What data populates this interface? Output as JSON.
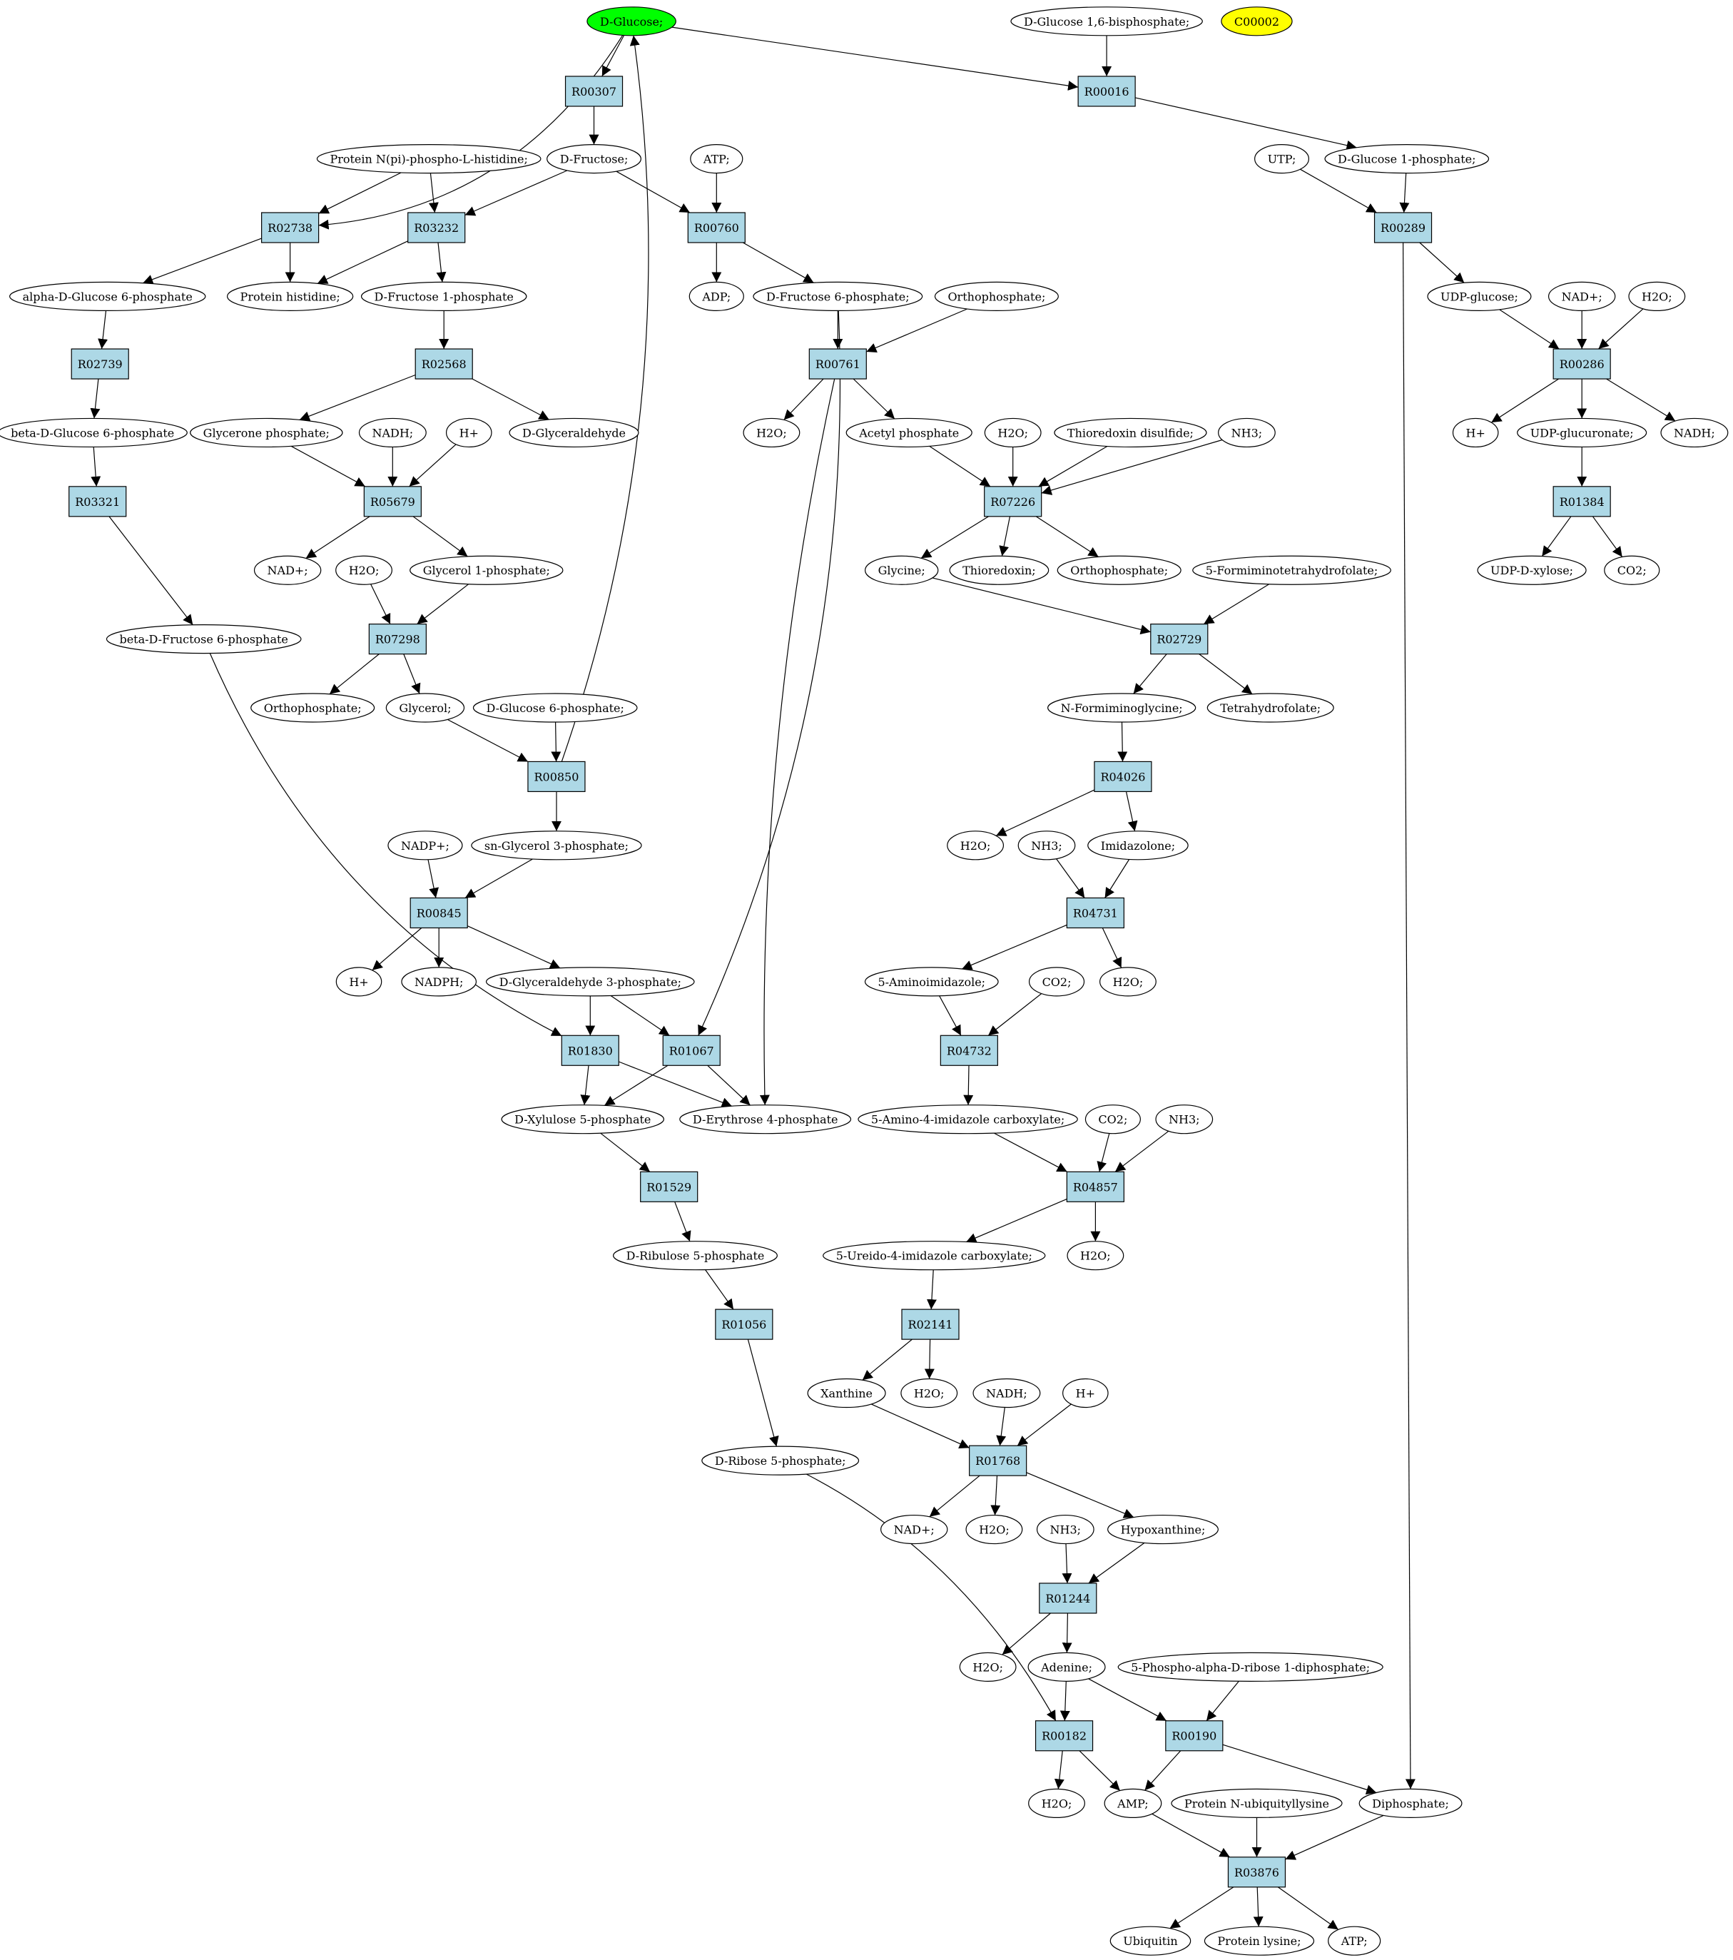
{
  "colors": {
    "reaction_fill": "#add8e6",
    "compound_fill": "#ffffff",
    "start_fill": "#00ff00",
    "highlight_fill": "#ffff00",
    "stroke": "#000000"
  },
  "reactions": [
    {
      "id": "R00307",
      "label": "R00307"
    },
    {
      "id": "R00016",
      "label": "R00016"
    },
    {
      "id": "R02738",
      "label": "R02738"
    },
    {
      "id": "R03232",
      "label": "R03232"
    },
    {
      "id": "R00760",
      "label": "R00760"
    },
    {
      "id": "R00289",
      "label": "R00289"
    },
    {
      "id": "R02739",
      "label": "R02739"
    },
    {
      "id": "R02568",
      "label": "R02568"
    },
    {
      "id": "R00761",
      "label": "R00761"
    },
    {
      "id": "R00286",
      "label": "R00286"
    },
    {
      "id": "R03321",
      "label": "R03321"
    },
    {
      "id": "R05679",
      "label": "R05679"
    },
    {
      "id": "R07226",
      "label": "R07226"
    },
    {
      "id": "R01384",
      "label": "R01384"
    },
    {
      "id": "R07298",
      "label": "R07298"
    },
    {
      "id": "R02729",
      "label": "R02729"
    },
    {
      "id": "R00850",
      "label": "R00850"
    },
    {
      "id": "R04026",
      "label": "R04026"
    },
    {
      "id": "R00845",
      "label": "R00845"
    },
    {
      "id": "R04731",
      "label": "R04731"
    },
    {
      "id": "R01830",
      "label": "R01830"
    },
    {
      "id": "R01067",
      "label": "R01067"
    },
    {
      "id": "R04732",
      "label": "R04732"
    },
    {
      "id": "R01529",
      "label": "R01529"
    },
    {
      "id": "R04857",
      "label": "R04857"
    },
    {
      "id": "R01056",
      "label": "R01056"
    },
    {
      "id": "R02141",
      "label": "R02141"
    },
    {
      "id": "R01768",
      "label": "R01768"
    },
    {
      "id": "R01244",
      "label": "R01244"
    },
    {
      "id": "R00182",
      "label": "R00182"
    },
    {
      "id": "R00190",
      "label": "R00190"
    },
    {
      "id": "R03876",
      "label": "R03876"
    }
  ],
  "compounds": [
    {
      "id": "c_glucose",
      "label": "D-Glucose;",
      "kind": "start"
    },
    {
      "id": "c_g16bp",
      "label": "D-Glucose 1,6-bisphosphate;"
    },
    {
      "id": "c_c00002",
      "label": "C00002",
      "kind": "highlight"
    },
    {
      "id": "c_pnphis",
      "label": "Protein N(pi)-phospho-L-histidine;"
    },
    {
      "id": "c_fructose",
      "label": "D-Fructose;"
    },
    {
      "id": "c_atp1",
      "label": "ATP;"
    },
    {
      "id": "c_utp",
      "label": "UTP;"
    },
    {
      "id": "c_g1p",
      "label": "D-Glucose 1-phosphate;"
    },
    {
      "id": "c_ag6p",
      "label": "alpha-D-Glucose 6-phosphate"
    },
    {
      "id": "c_prothis",
      "label": "Protein histidine;"
    },
    {
      "id": "c_f1p",
      "label": "D-Fructose 1-phosphate"
    },
    {
      "id": "c_adp",
      "label": "ADP;"
    },
    {
      "id": "c_f6p",
      "label": "D-Fructose 6-phosphate;"
    },
    {
      "id": "c_ortho1",
      "label": "Orthophosphate;"
    },
    {
      "id": "c_udpglc",
      "label": "UDP-glucose;"
    },
    {
      "id": "c_nad1",
      "label": "NAD+;"
    },
    {
      "id": "c_h2o_a",
      "label": "H2O;"
    },
    {
      "id": "c_bg6p",
      "label": "beta-D-Glucose 6-phosphate"
    },
    {
      "id": "c_dhap",
      "label": "Glycerone phosphate;"
    },
    {
      "id": "c_nadh1",
      "label": "NADH;"
    },
    {
      "id": "c_h1",
      "label": "H+"
    },
    {
      "id": "c_glyald",
      "label": "D-Glyceraldehyde"
    },
    {
      "id": "c_h2o_b",
      "label": "H2O;"
    },
    {
      "id": "c_acp",
      "label": "Acetyl phosphate"
    },
    {
      "id": "c_h2o_c",
      "label": "H2O;"
    },
    {
      "id": "c_trxss",
      "label": "Thioredoxin disulfide;"
    },
    {
      "id": "c_nh3_a",
      "label": "NH3;"
    },
    {
      "id": "c_h2",
      "label": "H+"
    },
    {
      "id": "c_udpglcA",
      "label": "UDP-glucuronate;"
    },
    {
      "id": "c_nadh2",
      "label": "NADH;"
    },
    {
      "id": "c_nad2",
      "label": "NAD+;"
    },
    {
      "id": "c_h2o_d",
      "label": "H2O;"
    },
    {
      "id": "c_gly1p",
      "label": "Glycerol 1-phosphate;"
    },
    {
      "id": "c_glycine",
      "label": "Glycine;"
    },
    {
      "id": "c_trx",
      "label": "Thioredoxin;"
    },
    {
      "id": "c_ortho2",
      "label": "Orthophosphate;"
    },
    {
      "id": "c_fithf",
      "label": "5-Formiminotetrahydrofolate;"
    },
    {
      "id": "c_udpxyl",
      "label": "UDP-D-xylose;"
    },
    {
      "id": "c_co2_a",
      "label": "CO2;"
    },
    {
      "id": "c_bf6p",
      "label": "beta-D-Fructose 6-phosphate"
    },
    {
      "id": "c_ortho3",
      "label": "Orthophosphate;"
    },
    {
      "id": "c_glycerol",
      "label": "Glycerol;"
    },
    {
      "id": "c_g6p",
      "label": "D-Glucose 6-phosphate;"
    },
    {
      "id": "c_figly",
      "label": "N-Formiminoglycine;"
    },
    {
      "id": "c_thf",
      "label": "Tetrahydrofolate;"
    },
    {
      "id": "c_h2o_e",
      "label": "H2O;"
    },
    {
      "id": "c_nh3_b",
      "label": "NH3;"
    },
    {
      "id": "c_imidaz",
      "label": "Imidazolone;"
    },
    {
      "id": "c_nadp",
      "label": "NADP+;"
    },
    {
      "id": "c_g3p",
      "label": "sn-Glycerol 3-phosphate;"
    },
    {
      "id": "c_h3",
      "label": "H+"
    },
    {
      "id": "c_nadph",
      "label": "NADPH;"
    },
    {
      "id": "c_gap",
      "label": "D-Glyceraldehyde 3-phosphate;"
    },
    {
      "id": "c_aimid",
      "label": "5-Aminoimidazole;"
    },
    {
      "id": "c_co2_b",
      "label": "CO2;"
    },
    {
      "id": "c_h2o_f",
      "label": "H2O;"
    },
    {
      "id": "c_x5p",
      "label": "D-Xylulose 5-phosphate"
    },
    {
      "id": "c_e4p",
      "label": "D-Erythrose 4-phosphate"
    },
    {
      "id": "c_aic",
      "label": "5-Amino-4-imidazole carboxylate;"
    },
    {
      "id": "c_co2_c",
      "label": "CO2;"
    },
    {
      "id": "c_nh3_c",
      "label": "NH3;"
    },
    {
      "id": "c_ru5p",
      "label": "D-Ribulose 5-phosphate"
    },
    {
      "id": "c_uic",
      "label": "5-Ureido-4-imidazole carboxylate;"
    },
    {
      "id": "c_h2o_g",
      "label": "H2O;"
    },
    {
      "id": "c_xanthine",
      "label": "Xanthine"
    },
    {
      "id": "c_h2o_h",
      "label": "H2O;"
    },
    {
      "id": "c_nadh3",
      "label": "NADH;"
    },
    {
      "id": "c_h4",
      "label": "H+"
    },
    {
      "id": "c_r5p",
      "label": "D-Ribose 5-phosphate;"
    },
    {
      "id": "c_nad3",
      "label": "NAD+;"
    },
    {
      "id": "c_h2o_i",
      "label": "H2O;"
    },
    {
      "id": "c_nh3_d",
      "label": "NH3;"
    },
    {
      "id": "c_hypox",
      "label": "Hypoxanthine;"
    },
    {
      "id": "c_h2o_j",
      "label": "H2O;"
    },
    {
      "id": "c_adenine",
      "label": "Adenine;"
    },
    {
      "id": "c_prpp",
      "label": "5-Phospho-alpha-D-ribose 1-diphosphate;"
    },
    {
      "id": "c_h2o_k",
      "label": "H2O;"
    },
    {
      "id": "c_amp",
      "label": "AMP;"
    },
    {
      "id": "c_pnubk",
      "label": "Protein N-ubiquityllysine"
    },
    {
      "id": "c_ppi",
      "label": "Diphosphate;"
    },
    {
      "id": "c_ubiq",
      "label": "Ubiquitin"
    },
    {
      "id": "c_plys",
      "label": "Protein lysine;"
    },
    {
      "id": "c_atp2",
      "label": "ATP;"
    }
  ]
}
